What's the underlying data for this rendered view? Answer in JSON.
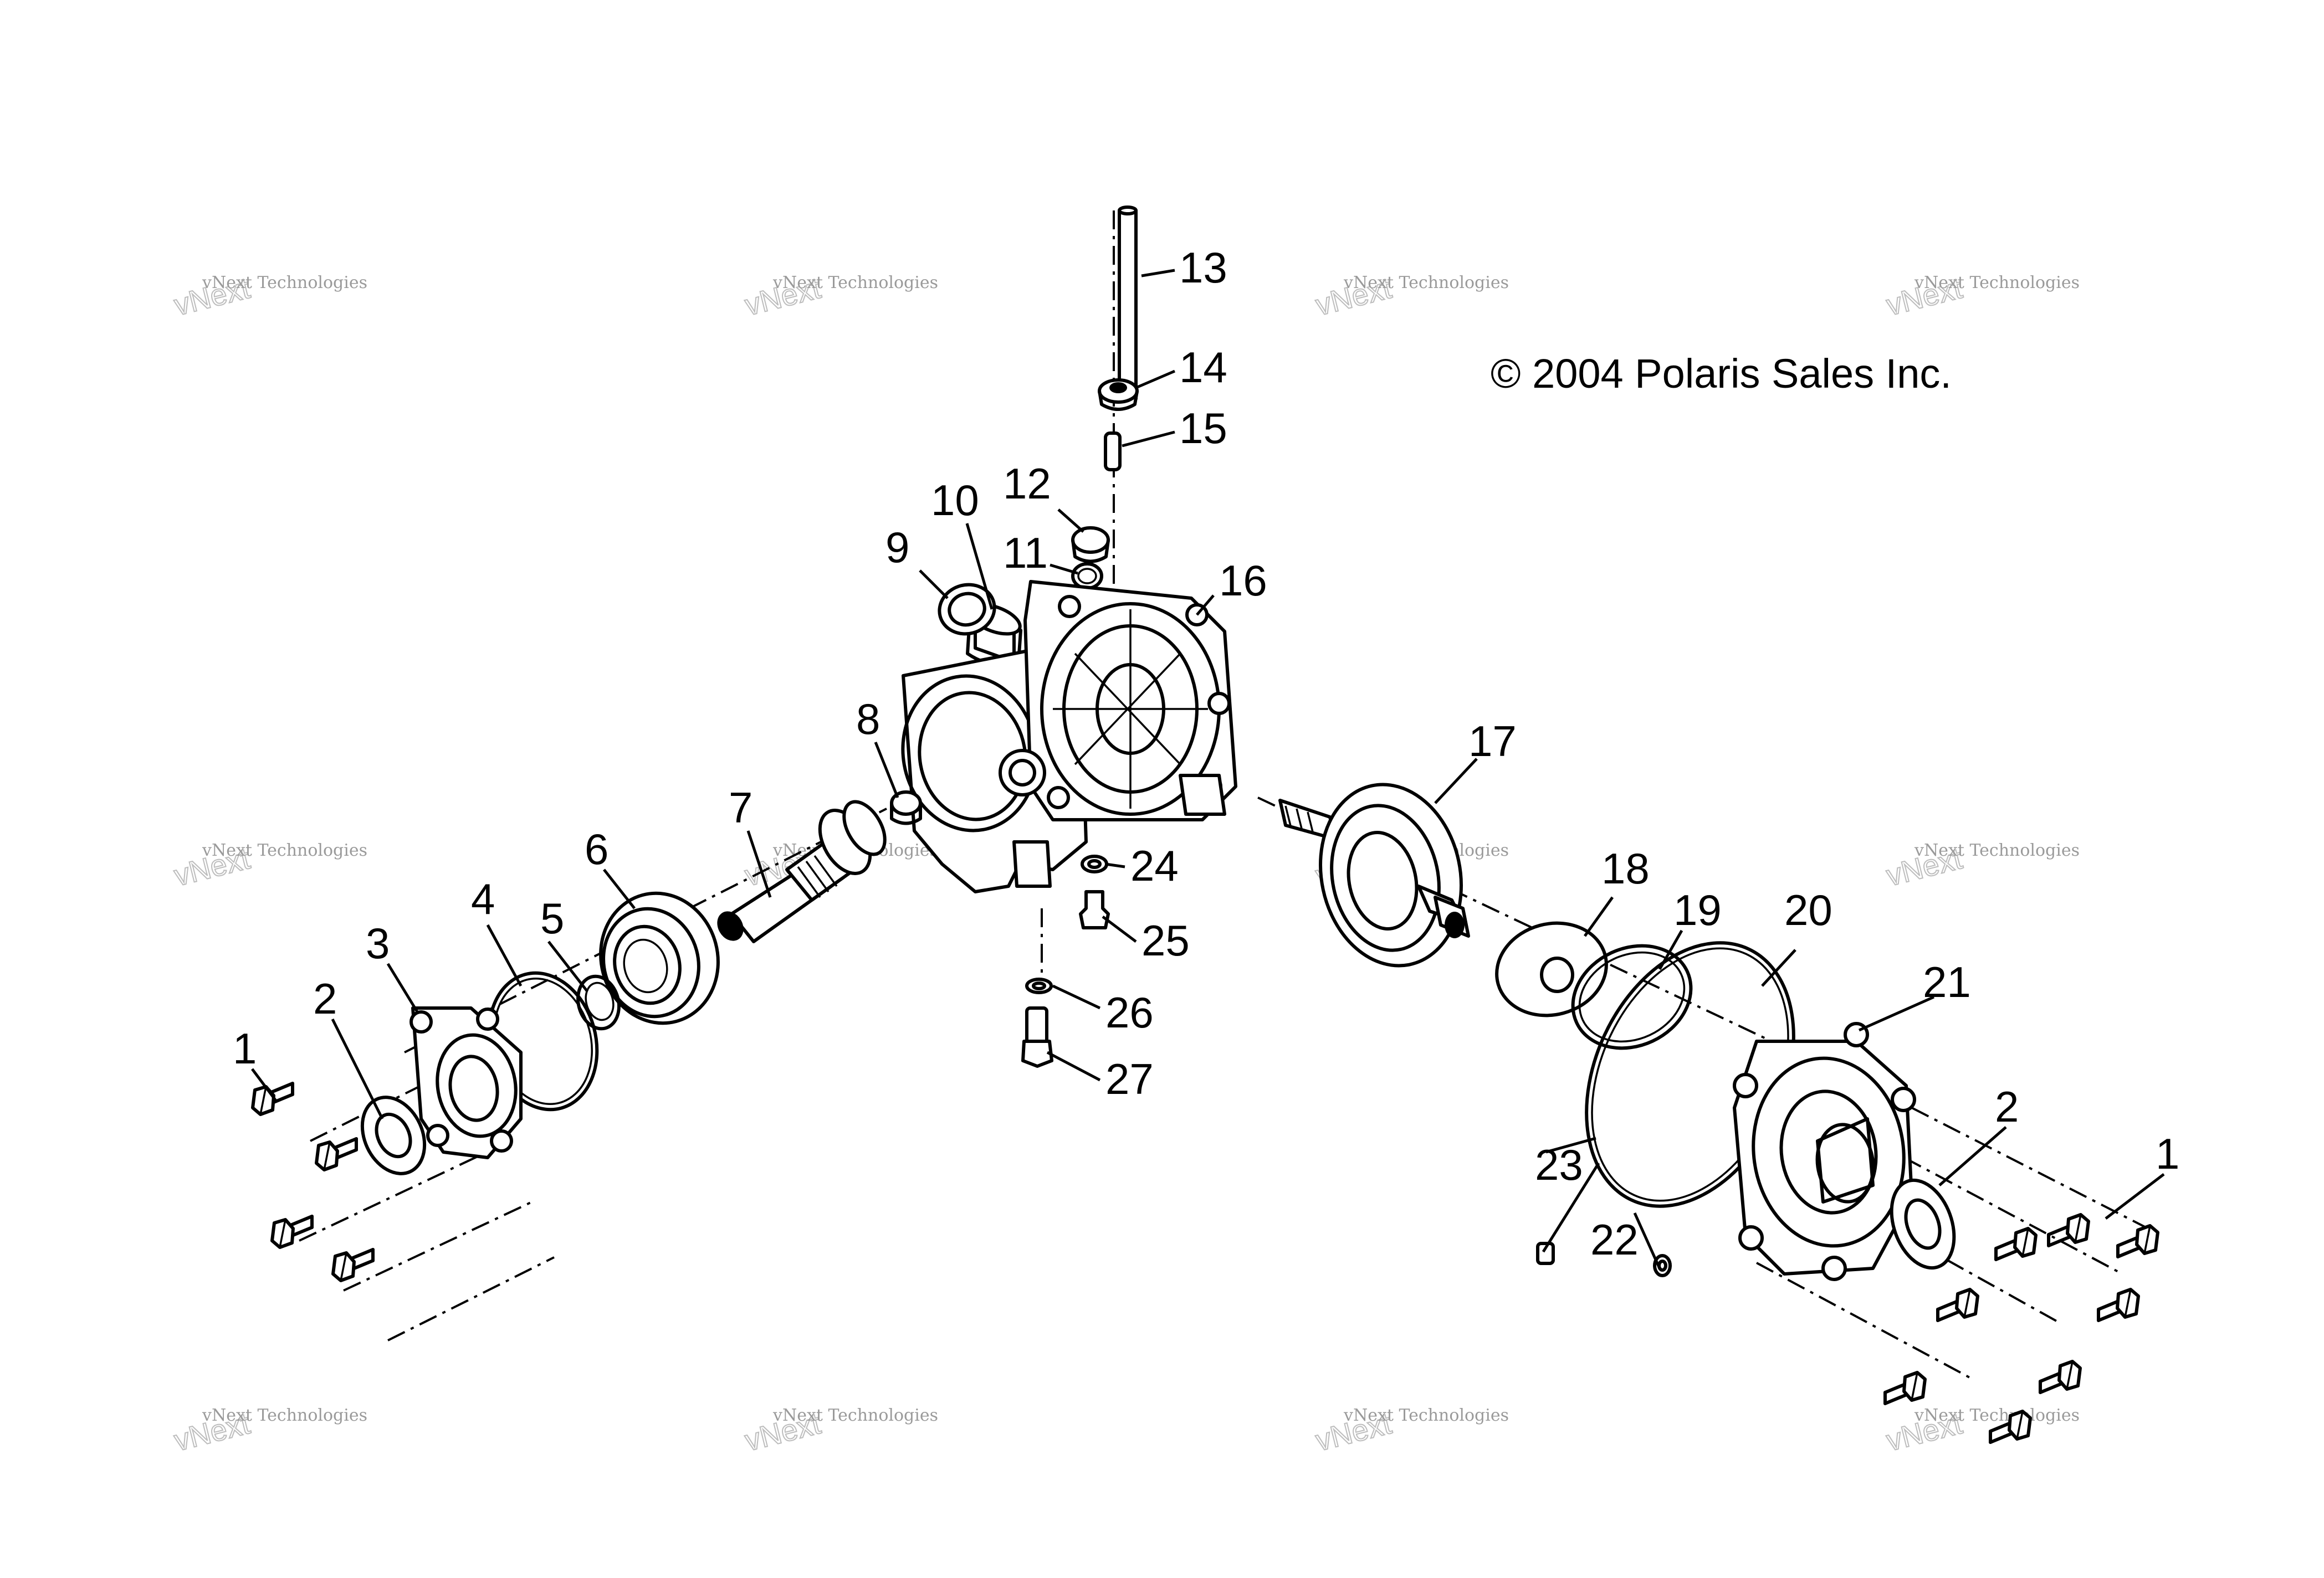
{
  "copyright": "© 2004 Polaris Sales Inc.",
  "watermark": {
    "line1": "vNext Technologies",
    "line2": "vNext",
    "line3": "Technologies"
  },
  "callouts": {
    "c1": "1",
    "c2": "2",
    "c3": "3",
    "c4": "4",
    "c5": "5",
    "c6": "6",
    "c7": "7",
    "c8": "8",
    "c9": "9",
    "c10": "10",
    "c11": "11",
    "c12": "12",
    "c13": "13",
    "c14": "14",
    "c15": "15",
    "c16": "16",
    "c17": "17",
    "c18": "18",
    "c19": "19",
    "c20": "20",
    "c21": "21",
    "c22": "22",
    "c23": "23",
    "c24": "24",
    "c25": "25",
    "c26": "26",
    "c27": "27"
  },
  "colors": {
    "line": "#000000",
    "background": "#ffffff",
    "watermark": "#9a9a9a"
  }
}
